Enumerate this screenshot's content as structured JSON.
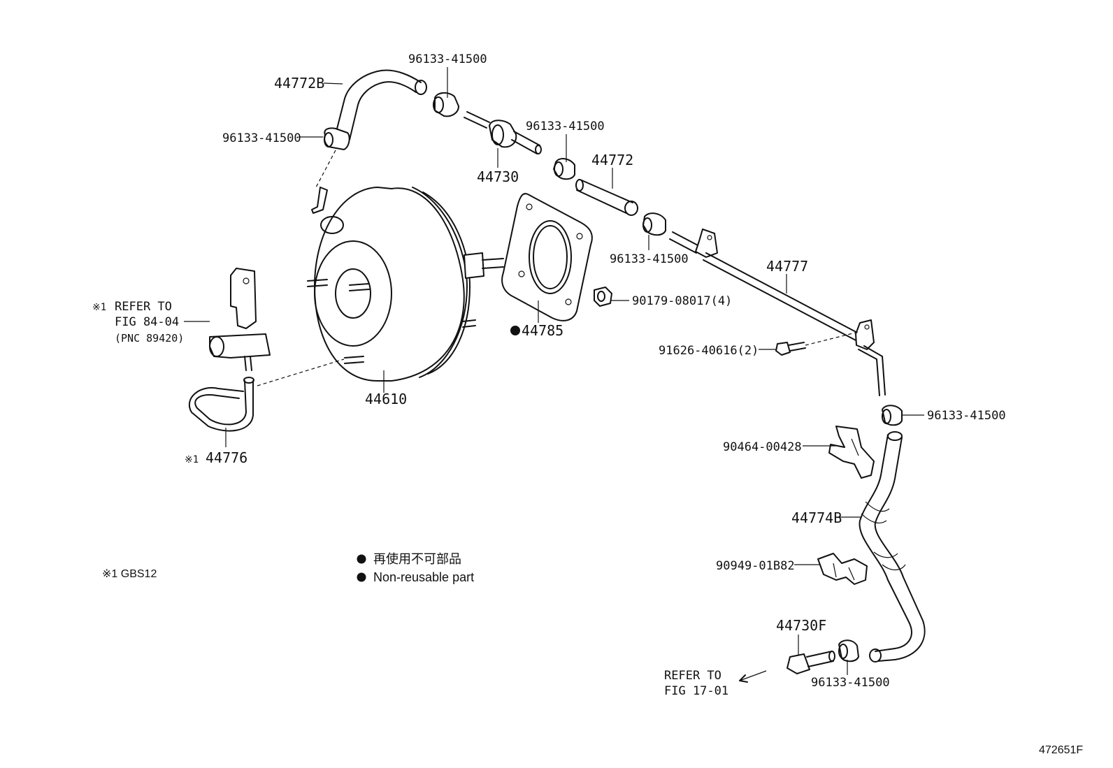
{
  "labels": {
    "p44772B": "44772B",
    "p96133_top": "96133-41500",
    "p96133_left": "96133-41500",
    "p96133_mid": "96133-41500",
    "p44730": "44730",
    "p44772": "44772",
    "p96133_low": "96133-41500",
    "p44777": "44777",
    "p90179": "90179-08017(4)",
    "p44785": "44785",
    "p91626": "91626-40616(2)",
    "p96133_right": "96133-41500",
    "p90464": "90464-00428",
    "p44774B": "44774B",
    "p90949": "90949-01B82",
    "p44730F": "44730F",
    "p96133_bottom": "96133-41500",
    "refer_fig17_l1": "REFER TO",
    "refer_fig17_l2": "FIG 17-01",
    "p44610": "44610",
    "p44776_mark": "※1",
    "p44776": "44776",
    "refer84_mark": "※1",
    "refer84_l1": "REFER TO",
    "refer84_l2": "FIG 84-04",
    "refer84_l3": "(PNC 89420)",
    "note_gbs": "※1 GBS12",
    "legend_jp": "再使用不可部品",
    "legend_en": "Non-reusable part",
    "figure_id": "472651F"
  }
}
